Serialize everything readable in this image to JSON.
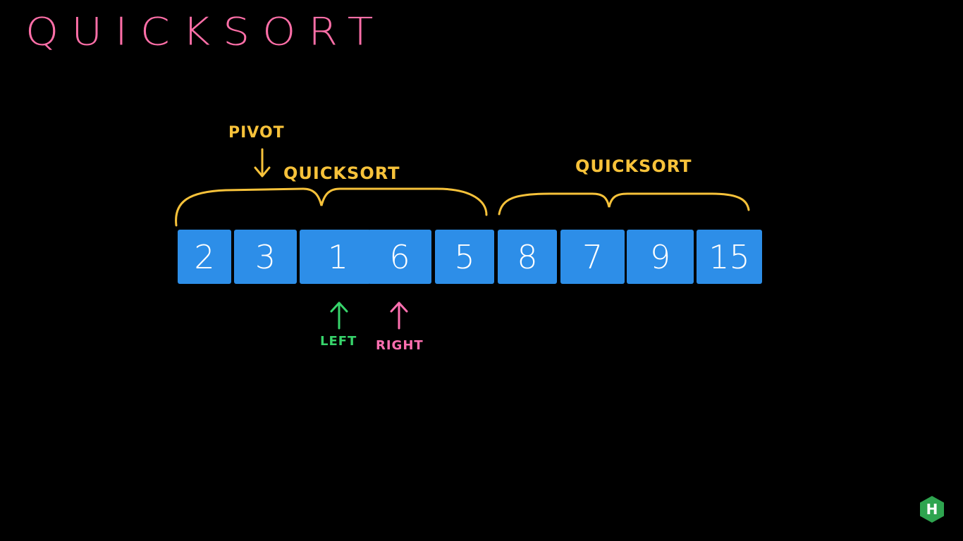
{
  "title": "QUICKSORT",
  "labels": {
    "pivot": "PIVOT",
    "quicksort_left": "QUICKSORT",
    "quicksort_right": "QUICKSORT",
    "left": "LEFT",
    "right": "RIGHT"
  },
  "array": {
    "values": [
      "2",
      "3",
      "1",
      "6",
      "5",
      "8",
      "7",
      "9",
      "15"
    ],
    "color": "#2d8ee8"
  },
  "colors": {
    "background": "#000000",
    "title": "#ff6fa8",
    "annotation": "#f7c23a",
    "left_arrow": "#37d46b",
    "right_arrow": "#ff6fb0",
    "logo": "#2ea44f"
  },
  "logo": {
    "letter": "H",
    "icon": "hexagon-h-logo"
  }
}
